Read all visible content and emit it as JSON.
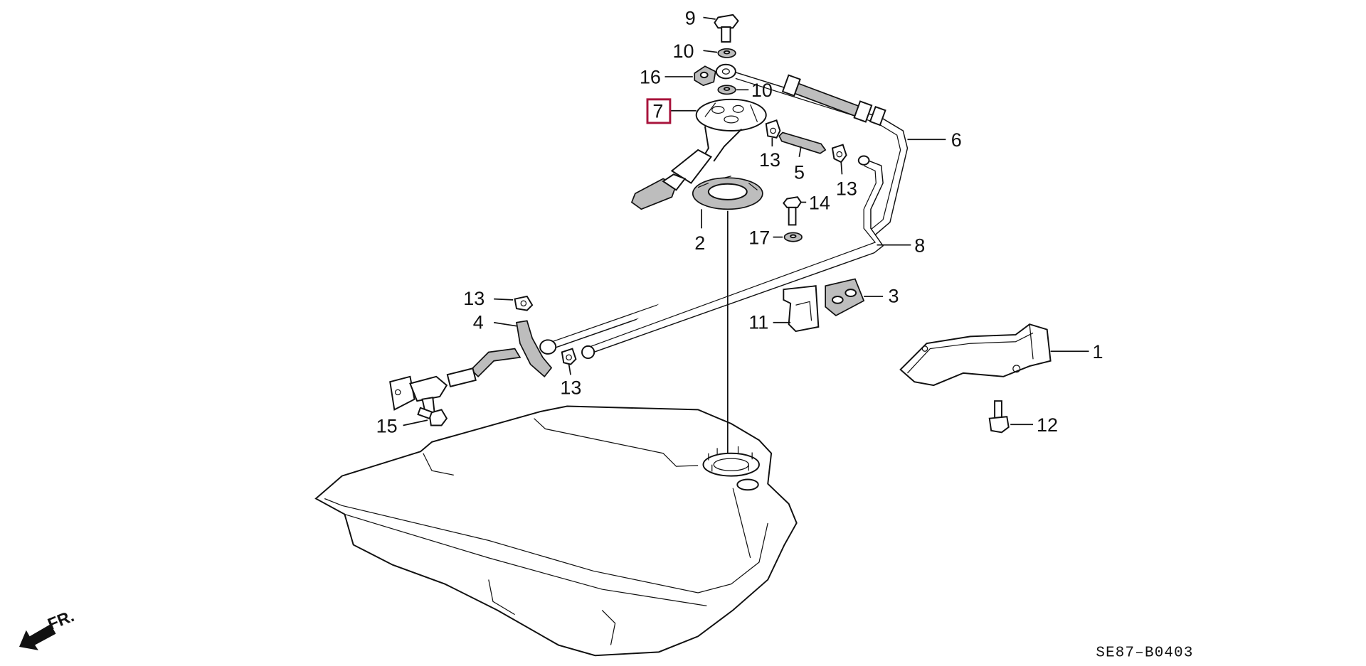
{
  "diagram": {
    "callouts": {
      "p1": "1",
      "p2": "2",
      "p3": "3",
      "p4": "4",
      "p5": "5",
      "p6": "6",
      "p7": "7",
      "p8": "8",
      "p9": "9",
      "p10a": "10",
      "p10b": "10",
      "p11": "11",
      "p12": "12",
      "p13a": "13",
      "p13b": "13",
      "p13c": "13",
      "p13d": "13",
      "p14": "14",
      "p15": "15",
      "p16": "16",
      "p17": "17"
    },
    "highlighted_callout": "7",
    "highlight_color": "#a8133b",
    "direction_label": "FR.",
    "diagram_code": "SE87–B0403"
  }
}
